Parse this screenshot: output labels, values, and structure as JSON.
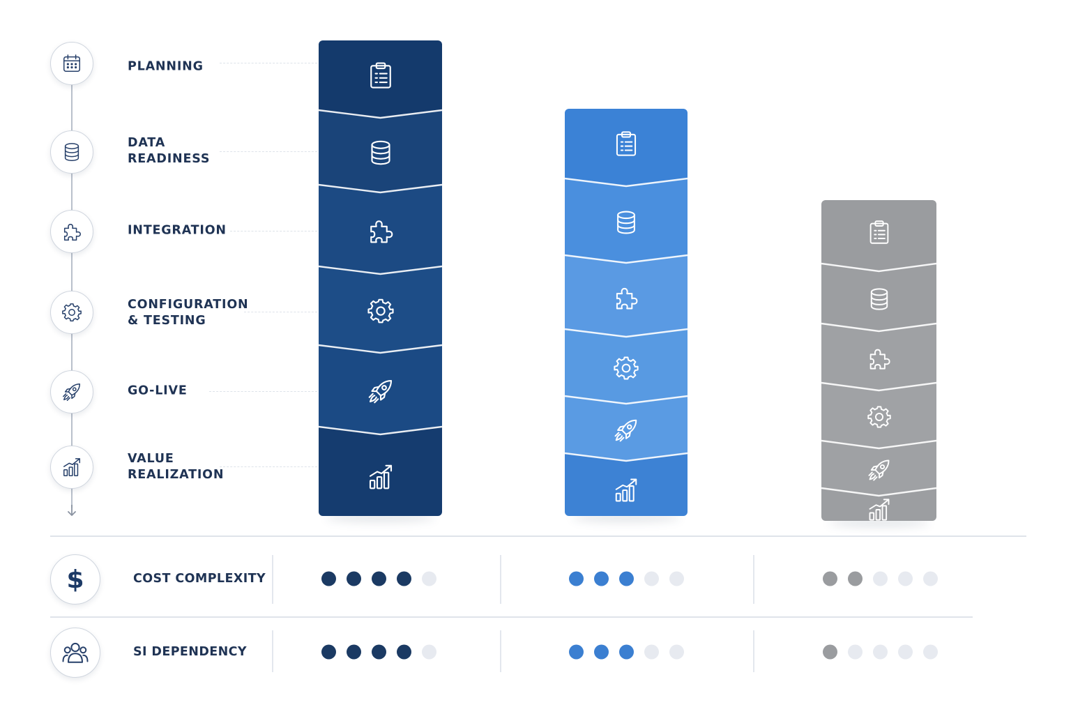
{
  "stages": [
    {
      "label": "PLANNING",
      "icon": "calendar-icon"
    },
    {
      "label": "DATA\nREADINESS",
      "icon": "database-icon"
    },
    {
      "label": "INTEGRATION",
      "icon": "puzzle-icon"
    },
    {
      "label": "CONFIGURATION\n& TESTING",
      "icon": "gear-icon"
    },
    {
      "label": "GO-LIVE",
      "icon": "rocket-icon"
    },
    {
      "label": "VALUE\nREALIZATION",
      "icon": "growth-chart-icon"
    }
  ],
  "columns": [
    {
      "name": "column-1",
      "colors": [
        "#143a6c",
        "#1a4479",
        "#1c4a83",
        "#1d4d87",
        "#1b4a84",
        "#153c6f"
      ],
      "icon_color": "#ffffff",
      "level": "tallest"
    },
    {
      "name": "column-2",
      "colors": [
        "#3b82d6",
        "#4a8fde",
        "#5a9ae3",
        "#589ae2",
        "#5a9be3",
        "#3d82d4"
      ],
      "icon_color": "#ffffff",
      "level": "medium"
    },
    {
      "name": "column-3",
      "colors": [
        "#9a9c9f",
        "#9c9ea1",
        "#9fa1a4",
        "#a0a2a5",
        "#9fa1a4",
        "#9c9ea1"
      ],
      "icon_color": "#ffffff",
      "level": "shortest"
    }
  ],
  "metrics": [
    {
      "label": "COST COMPLEXITY",
      "icon": "dollar-icon",
      "symbol": "$",
      "ratings": [
        4,
        3,
        2
      ]
    },
    {
      "label": "SI DEPENDENCY",
      "icon": "people-group-icon",
      "ratings": [
        4,
        3,
        1
      ]
    }
  ],
  "rating_max": 5,
  "rating_colors": [
    "#1b3a63",
    "#3b7fd1",
    "#9a9c9f"
  ],
  "rating_empty_color": "#e7eaf0"
}
